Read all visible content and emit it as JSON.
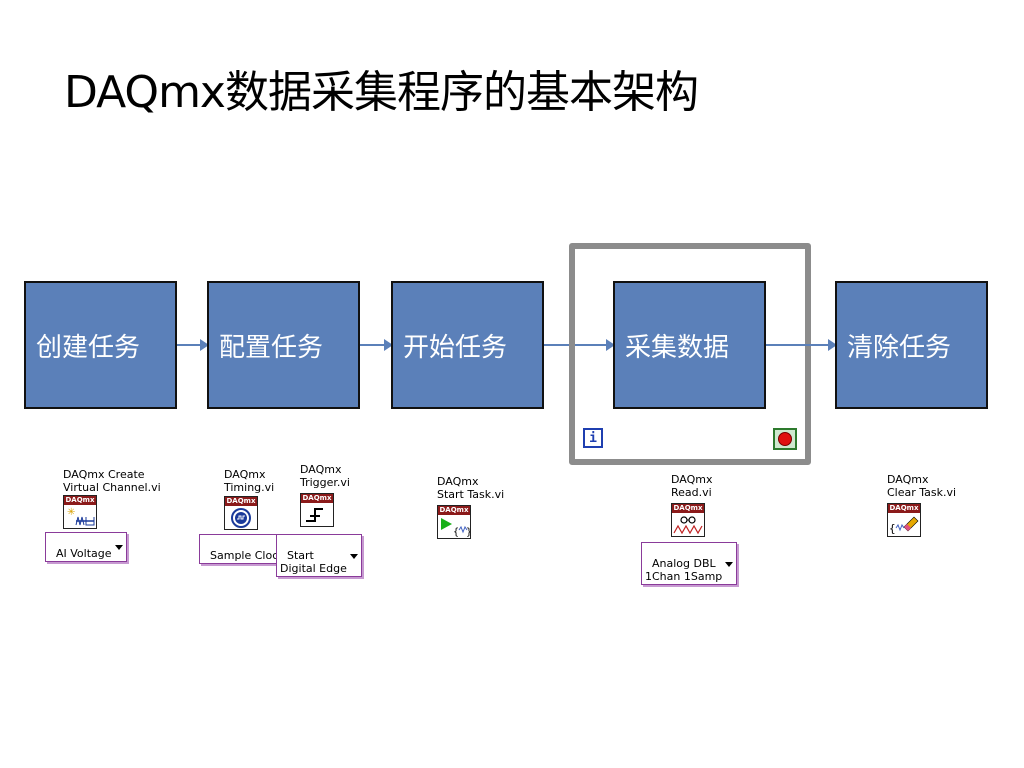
{
  "title": "DAQmx数据采集程序的基本架构",
  "steps": [
    {
      "label": "创建任务"
    },
    {
      "label": "配置任务"
    },
    {
      "label": "开始任务"
    },
    {
      "label": "采集数据"
    },
    {
      "label": "清除任务"
    }
  ],
  "loop": {
    "iteration_symbol": "i"
  },
  "vis": {
    "create": {
      "label": "DAQmx Create\nVirtual Channel.vi",
      "header": "DAQmx",
      "selector": "AI Voltage"
    },
    "timing": {
      "label": "DAQmx\nTiming.vi",
      "header": "DAQmx",
      "selector": "Sample Clock"
    },
    "trigger": {
      "label": "DAQmx\nTrigger.vi",
      "header": "DAQmx",
      "selector": "Start\nDigital Edge"
    },
    "start": {
      "label": "DAQmx\nStart Task.vi",
      "header": "DAQmx"
    },
    "read": {
      "label": "DAQmx\nRead.vi",
      "header": "DAQmx",
      "selector": "Analog DBL\n1Chan 1Samp"
    },
    "clear": {
      "label": "DAQmx\nClear Task.vi",
      "header": "DAQmx"
    }
  },
  "colors": {
    "step_fill": "#5b80b9",
    "loop_border": "#8c8c8c",
    "vi_header": "#8b1a1a",
    "selector_border": "#8a3b9a"
  }
}
